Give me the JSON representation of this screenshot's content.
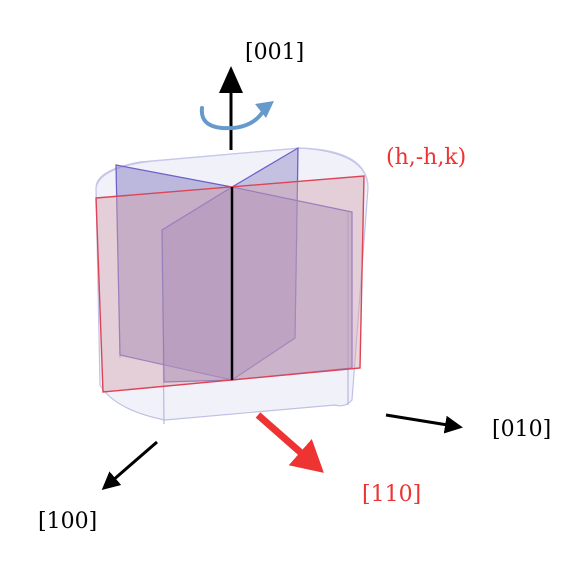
{
  "labels": {
    "axis_001": "[001]",
    "axis_010": "[010]",
    "axis_100": "[100]",
    "axis_110": "[110]",
    "plane": "(h,-h,k)"
  },
  "colors": {
    "black": "#000000",
    "red": "#ee3333",
    "rotation_arrow": "#6699cc",
    "cylinder_fill": "#e6e6f5",
    "cylinder_edge": "#b8b8e0",
    "wedge_fill": "#8f86c4",
    "wedge_edge": "#5a4fc0",
    "plane_fill": "#d4a5ad",
    "plane_edge": "#dd4455"
  }
}
